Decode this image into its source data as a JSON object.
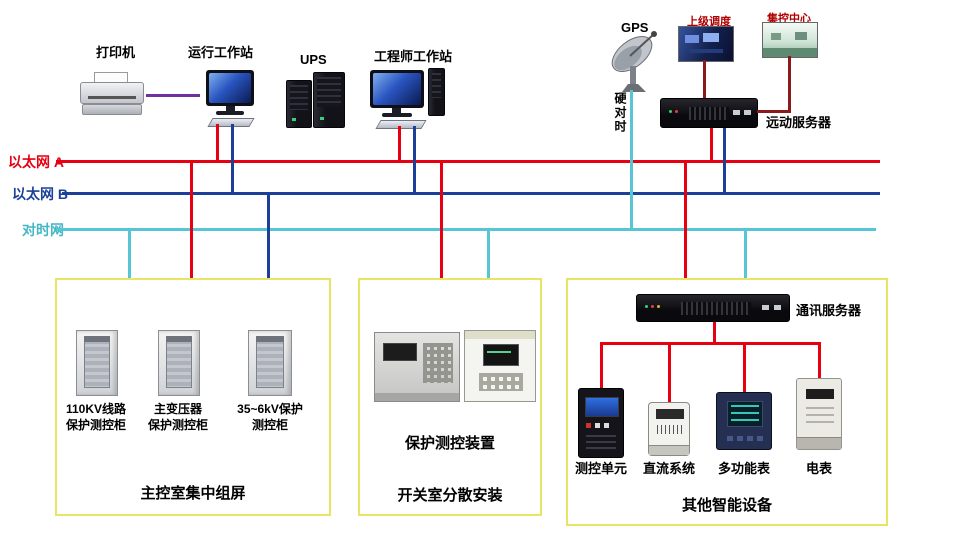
{
  "diagram": {
    "top": {
      "printer_label": "打印机",
      "operator_ws_label": "运行工作站",
      "ups_label": "UPS",
      "engineer_ws_label": "工程师工作站",
      "gps_label": "GPS",
      "dispatch_label": "上级调度",
      "control_center_label": "集控中心",
      "server_label": "远动服务器",
      "hard_sync_label": "硬对时"
    },
    "buses": {
      "ethernet_a": {
        "label": "以太网 A",
        "color": "#e60012"
      },
      "ethernet_b": {
        "label": "以太网 B",
        "color": "#1c4098"
      },
      "time_sync": {
        "label": "对时网",
        "color": "#56c6d4"
      }
    },
    "left_panel": {
      "cabinets": [
        {
          "label": "110KV线路\n保护测控柜"
        },
        {
          "label": "主变压器\n保护测控柜"
        },
        {
          "label": "35~6kV保护\n测控柜"
        }
      ],
      "caption": "主控室集中组屏"
    },
    "middle_panel": {
      "device_label": "保护测控装置",
      "caption": "开关室分散安装"
    },
    "right_panel": {
      "comm_server_label": "通讯服务器",
      "devices": [
        {
          "label": "测控单元"
        },
        {
          "label": "直流系统"
        },
        {
          "label": "多功能表"
        },
        {
          "label": "电表"
        }
      ],
      "caption": "其他智能设备"
    }
  }
}
